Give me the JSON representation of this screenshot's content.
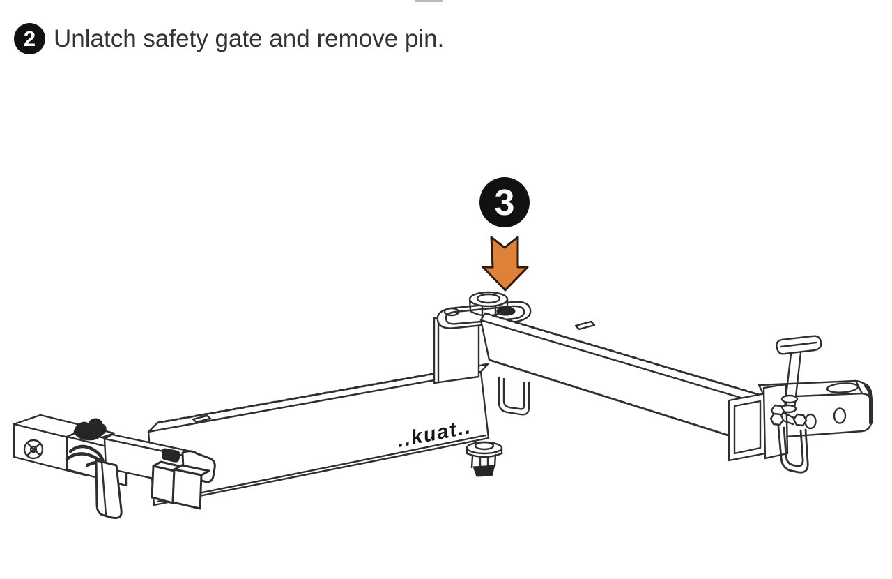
{
  "colors": {
    "ink": "#2F2F2F",
    "accent_orange": "#E0813A",
    "arrow_outline": "#2E1A0C",
    "badge_bg": "#111111",
    "badge_text": "#FFFFFF",
    "instruction_text": "#333333"
  },
  "instructions": {
    "step2": {
      "number": "2",
      "text": "Unlatch safety gate and remove pin."
    },
    "step3": {
      "number": "3"
    }
  },
  "diagram": {
    "type": "technical-line-drawing",
    "logo_text": "..kuat..",
    "parts": [
      "left-hitch-receiver-tube",
      "safety-latch-hook",
      "lower-swing-beam",
      "pivot-plate-with-hex-bolt",
      "upper-pivot-arm",
      "right-hitch-receiver-tube",
      "t-handle-pin",
      "safety-gate-shackle"
    ]
  }
}
